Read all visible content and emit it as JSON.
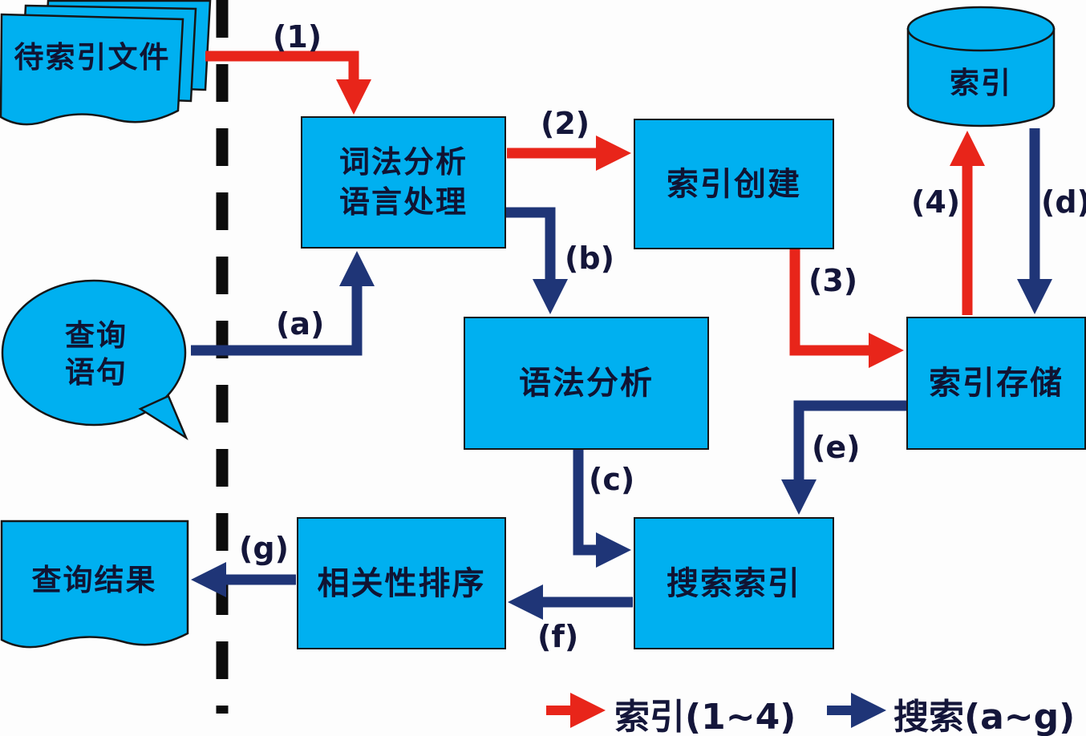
{
  "colors": {
    "background": "#fdfdfd",
    "box_fill": "#00b0f0",
    "red_arrow": "#e8251a",
    "blue_arrow": "#1f3577",
    "node_text": "#101433",
    "label_text": "#14163a"
  },
  "nodes": {
    "files_to_index": {
      "label": "待索引文件"
    },
    "lexical_analysis": {
      "line1": "词法分析",
      "line2": "语言处理"
    },
    "index_creation": {
      "label": "索引创建"
    },
    "index_db": {
      "label": "索引"
    },
    "index_storage": {
      "label": "索引存储"
    },
    "syntax_analysis": {
      "label": "语法分析"
    },
    "search_index": {
      "label": "搜索索引"
    },
    "relevance_ranking": {
      "label": "相关性排序"
    },
    "query_result": {
      "label": "查询结果"
    },
    "query_statement": {
      "line1": "查询",
      "line2": "语句"
    }
  },
  "edges": [
    {
      "label": "(1)",
      "type": "index",
      "from": "files_to_index",
      "to": "lexical_analysis"
    },
    {
      "label": "(2)",
      "type": "index",
      "from": "lexical_analysis",
      "to": "index_creation"
    },
    {
      "label": "(3)",
      "type": "index",
      "from": "index_creation",
      "to": "index_storage"
    },
    {
      "label": "(4)",
      "type": "index",
      "from": "index_storage",
      "to": "index_db"
    },
    {
      "label": "(a)",
      "type": "search",
      "from": "query_statement",
      "to": "lexical_analysis"
    },
    {
      "label": "(b)",
      "type": "search",
      "from": "lexical_analysis",
      "to": "syntax_analysis"
    },
    {
      "label": "(c)",
      "type": "search",
      "from": "syntax_analysis",
      "to": "search_index"
    },
    {
      "label": "(d)",
      "type": "search",
      "from": "index_db",
      "to": "index_storage"
    },
    {
      "label": "(e)",
      "type": "search",
      "from": "index_storage",
      "to": "search_index"
    },
    {
      "label": "(f)",
      "type": "search",
      "from": "search_index",
      "to": "relevance_ranking"
    },
    {
      "label": "(g)",
      "type": "search",
      "from": "relevance_ranking",
      "to": "query_result"
    }
  ],
  "legend": {
    "index_flow": "索引(1~4)",
    "search_flow": "搜索(a~g)"
  }
}
